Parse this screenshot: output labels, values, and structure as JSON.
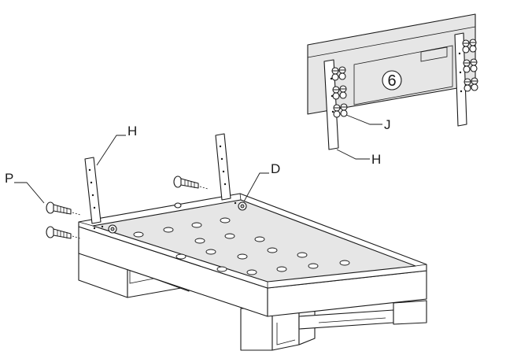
{
  "labels": {
    "part_p": "P",
    "part_h_main": "H",
    "part_d": "D",
    "part_j": "J",
    "part_h_inset": "H"
  },
  "inset": {
    "step_number": "6"
  },
  "colors": {
    "line": "#1a1a1a",
    "panel_fill": "#e6e6e6",
    "background": "#ffffff"
  }
}
